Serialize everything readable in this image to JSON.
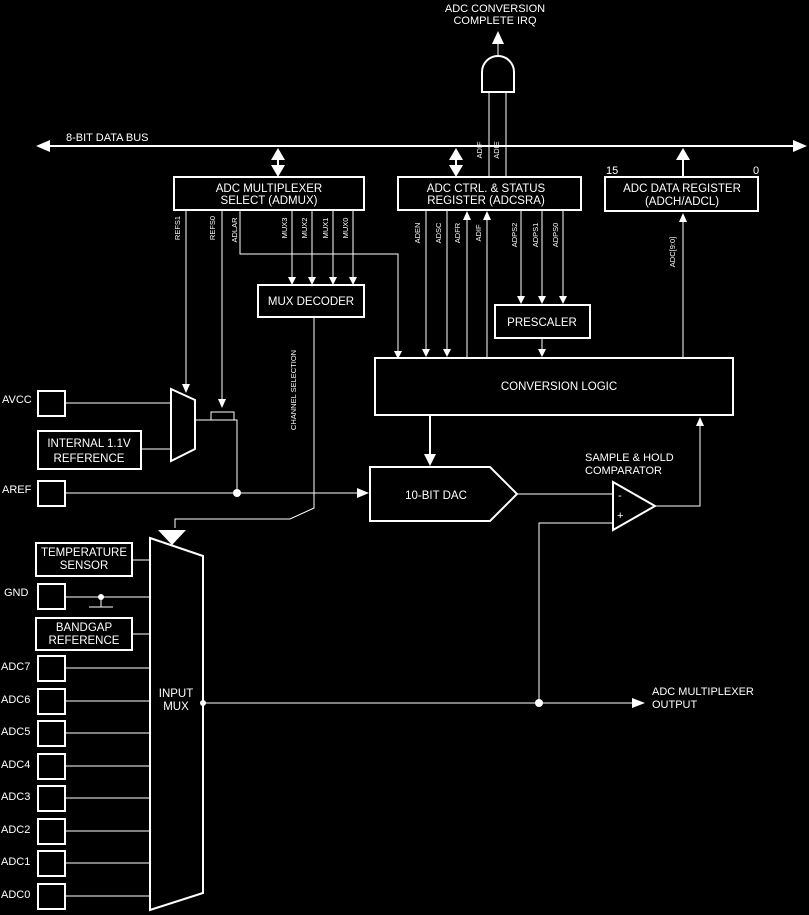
{
  "irq": {
    "line1": "ADC CONVERSION",
    "line2": "COMPLETE IRQ"
  },
  "bus": {
    "label": "8-BIT DATA BUS"
  },
  "admux": {
    "line1": "ADC MULTIPLEXER",
    "line2": "SELECT (ADMUX)",
    "signals": [
      "REFS1",
      "REFS0",
      "ADLAR",
      "MUX3",
      "MUX2",
      "MUX1",
      "MUX0"
    ]
  },
  "adcsra": {
    "line1": "ADC CTRL. & STATUS",
    "line2": "REGISTER (ADCSRA)",
    "signals": [
      "ADEN",
      "ADSC",
      "ADFR",
      "ADIF",
      "ADPS2",
      "ADPS1",
      "ADPS0"
    ],
    "irq_signals": [
      "ADIF",
      "ADIE"
    ]
  },
  "data_reg": {
    "line1": "ADC DATA REGISTER",
    "line2": "(ADCH/ADCL)",
    "bit_high": "15",
    "bit_low": "0",
    "signal": "ADC[9:0]"
  },
  "mux_decoder": {
    "label": "MUX DECODER"
  },
  "prescaler": {
    "label": "PRESCALER"
  },
  "conversion_logic": {
    "label": "CONVERSION LOGIC"
  },
  "channel_selection": {
    "label": "CHANNEL SELECTION"
  },
  "dac": {
    "label": "10-BIT DAC"
  },
  "comparator": {
    "line1": "SAMPLE & HOLD",
    "line2": "COMPARATOR",
    "minus": "-",
    "plus": "+"
  },
  "refs": {
    "avcc": "AVCC",
    "internal_line1": "INTERNAL 1.1V",
    "internal_line2": "REFERENCE",
    "aref": "AREF"
  },
  "input_mux": {
    "line1": "INPUT",
    "line2": "MUX",
    "temp_line1": "TEMPERATURE",
    "temp_line2": "SENSOR",
    "gnd": "GND",
    "bandgap_line1": "BANDGAP",
    "bandgap_line2": "REFERENCE",
    "channels": [
      "ADC7",
      "ADC6",
      "ADC5",
      "ADC4",
      "ADC3",
      "ADC2",
      "ADC1",
      "ADC0"
    ]
  },
  "output": {
    "line1": "ADC MULTIPLEXER",
    "line2": "OUTPUT"
  }
}
